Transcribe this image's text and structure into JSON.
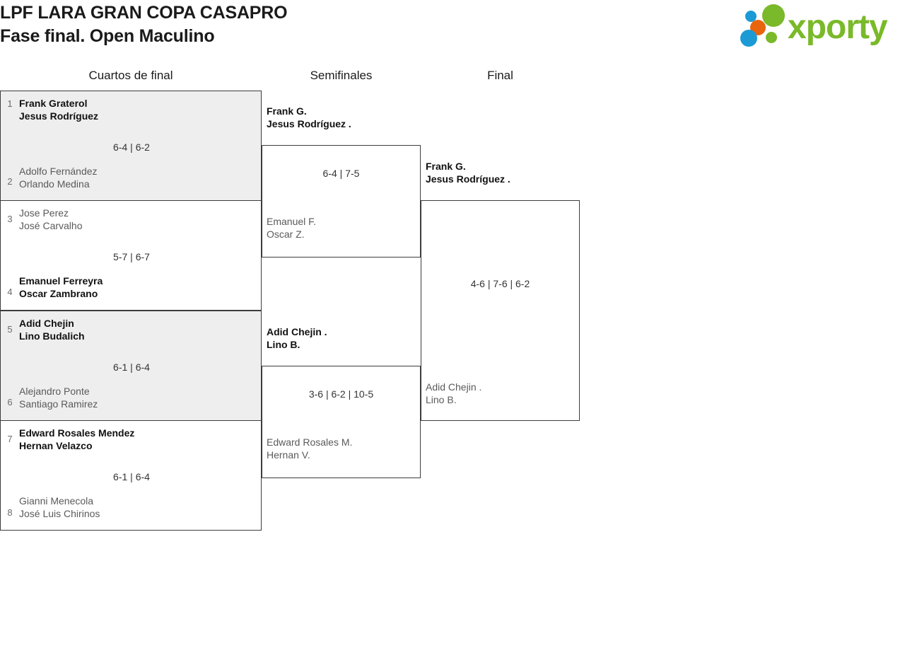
{
  "header": {
    "title_line_1": "LPF LARA GRAN COPA CASAPRO",
    "title_line_2": "Fase final. Open Maculino",
    "logo_text": "xporty",
    "logo_colors": {
      "green": "#7ab929",
      "blue": "#1b9ad6",
      "orange": "#e8650d"
    }
  },
  "rounds": [
    {
      "label": "Cuartos de final"
    },
    {
      "label": "Semifinales"
    },
    {
      "label": "Final"
    }
  ],
  "quarterfinals": [
    {
      "shaded": true,
      "score": "6-4 | 6-2",
      "top": {
        "seed": "1",
        "player_1": "Frank Graterol",
        "player_2": "Jesus Rodríguez",
        "winner": true
      },
      "bottom": {
        "seed": "2",
        "player_1": "Adolfo Fernández",
        "player_2": "Orlando Medina",
        "winner": false
      }
    },
    {
      "shaded": false,
      "score": "5-7 | 6-7",
      "top": {
        "seed": "3",
        "player_1": "Jose Perez",
        "player_2": "José Carvalho",
        "winner": false
      },
      "bottom": {
        "seed": "4",
        "player_1": "Emanuel Ferreyra",
        "player_2": "Oscar Zambrano",
        "winner": true
      }
    },
    {
      "shaded": true,
      "score": "6-1 | 6-4",
      "top": {
        "seed": "5",
        "player_1": "Adid Chejin",
        "player_2": "Lino Budalich",
        "winner": true
      },
      "bottom": {
        "seed": "6",
        "player_1": "Alejandro Ponte",
        "player_2": "Santiago Ramirez",
        "winner": false
      }
    },
    {
      "shaded": false,
      "score": "6-1 | 6-4",
      "top": {
        "seed": "7",
        "player_1": "Edward Rosales Mendez",
        "player_2": "Hernan Velazco",
        "winner": true
      },
      "bottom": {
        "seed": "8",
        "player_1": "Gianni Menecola",
        "player_2": "José Luis Chirinos",
        "winner": false
      }
    }
  ],
  "semifinals": [
    {
      "score": "6-4 | 7-5",
      "top": {
        "player_1": "Frank G.",
        "player_2": "Jesus Rodríguez .",
        "winner": true
      },
      "bottom": {
        "player_1": "Emanuel F.",
        "player_2": "Oscar Z.",
        "winner": false
      }
    },
    {
      "score": "3-6 | 6-2 | 10-5",
      "top": {
        "player_1": "Adid Chejin .",
        "player_2": "Lino B.",
        "winner": true
      },
      "bottom": {
        "player_1": "Edward Rosales M.",
        "player_2": "Hernan V.",
        "winner": false
      }
    }
  ],
  "final": {
    "score": "4-6 | 7-6 | 6-2",
    "top": {
      "player_1": "Frank G.",
      "player_2": "Jesus Rodríguez .",
      "winner": true
    },
    "bottom": {
      "player_1": "Adid Chejin .",
      "player_2": "Lino B.",
      "winner": false
    }
  }
}
